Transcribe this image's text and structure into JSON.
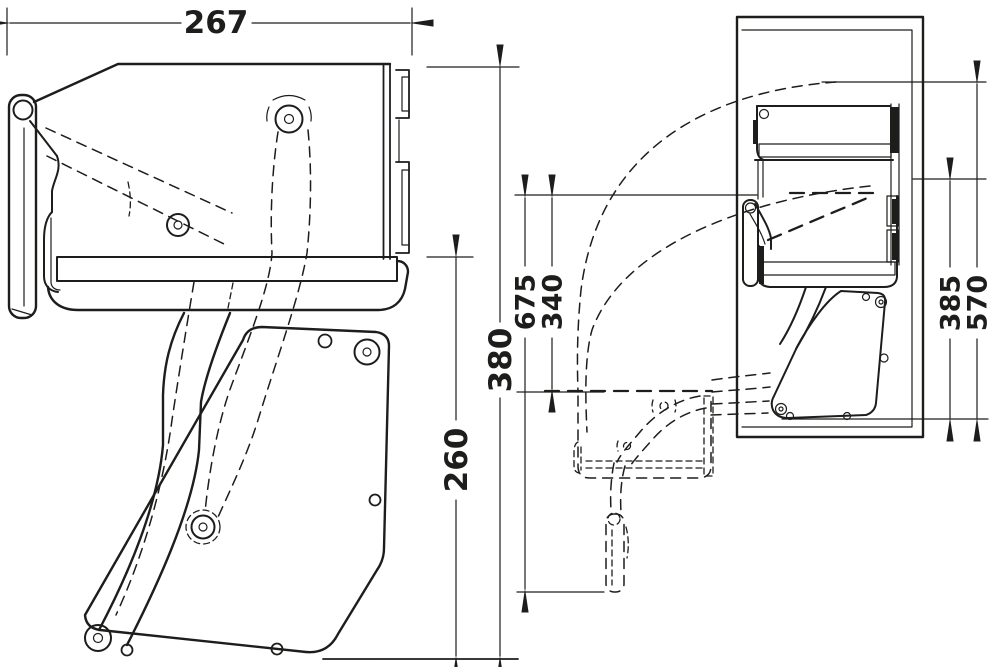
{
  "colors": {
    "background": "#ffffff",
    "line": "#1d1d1b"
  },
  "left_view": {
    "dim_width_top": "267",
    "dim_height_overall": "380",
    "dim_height_lower": "260"
  },
  "right_view": {
    "dim_left_outer": "675",
    "dim_left_inner": "340",
    "dim_right_inner": "385",
    "dim_right_outer": "570"
  }
}
